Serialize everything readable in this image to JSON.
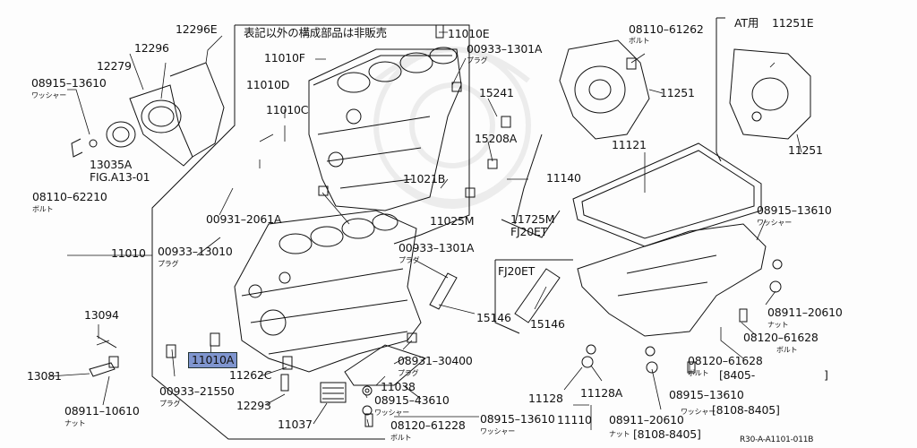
{
  "notice": "表記以外の構成部品は非販売",
  "at_header": "AT用",
  "figure_code": "R30-A-A1101-011B",
  "colors": {
    "highlight": "#7f95cf",
    "line": "#111111",
    "watermark": "#ececec"
  },
  "labels": {
    "p12296E": "12296E",
    "p11010E": "11010E",
    "p08110_61262": "08110–61262",
    "p12296": "12296",
    "p11010F": "11010F",
    "p00933_1301A_top": "00933–1301A",
    "p12279": "12279",
    "p08915_13610_left": "08915–13610",
    "p11010D": "11010D",
    "p15241": "15241",
    "p11010C": "11010C",
    "p11251_main": "11251",
    "p15208A": "15208A",
    "p13035A": "13035A",
    "fig_ref": "FIG.A13-01",
    "p11121": "11121",
    "p11140": "11140",
    "p08110_62210": "08110–62210",
    "p11021B": "11021B",
    "p11725M": "11725M",
    "fj20et_a": "FJ20ET",
    "p11025M": "11025M",
    "p00931_2061A": "00931–2061A",
    "p08915_13610_right": "08915–13610",
    "p11010": "11010",
    "p00933_13010": "00933–13010",
    "p00933_1301A_mid": "00933–1301A",
    "fj20et_b": "FJ20ET",
    "p13094": "13094",
    "p15146_a": "15146",
    "p15146_b": "15146",
    "p08911_20610_r": "08911–20610",
    "p08120_61628_a": "08120–61628",
    "p11010A": "11010A",
    "p08931_30400": "08931–30400",
    "p08120_61628_b": "08120–61628",
    "range_8405": "[8405-",
    "range_8405_close": "]",
    "p13081": "13081",
    "p11262C": "11262C",
    "p11038": "11038",
    "p00933_21550": "00933–21550",
    "p08915_43610": "08915–43610",
    "p11128": "11128",
    "p11128A": "11128A",
    "p08915_13610_bot": "08915–13610",
    "range_8108_a": "[8108-8405]",
    "p08911_10610": "08911–10610",
    "p12293": "12293",
    "p11037": "11037",
    "p08120_61228": "08120–61228",
    "p08915_13610_low": "08915–13610",
    "p11110": "11110",
    "p08911_20610_bot": "08911–20610",
    "range_8108_b": "[8108-8405]",
    "p11251E": "11251E",
    "p11251_at": "11251"
  },
  "sublabels": {
    "bolt": "ボルト",
    "plug": "プラグ",
    "washer": "ワッシャー",
    "nut": "ナット"
  }
}
